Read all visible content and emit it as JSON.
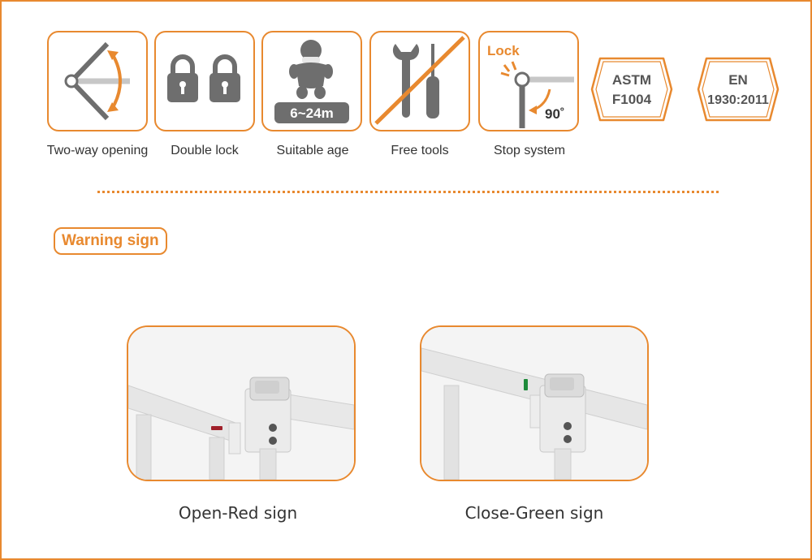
{
  "features": [
    {
      "label": "Two-way opening",
      "icon": "two-way-opening-icon"
    },
    {
      "label": "Double lock",
      "icon": "double-padlock-icon"
    },
    {
      "label": "Suitable age",
      "icon": "baby-icon",
      "badge": "6~24m"
    },
    {
      "label": "Free tools",
      "icon": "no-tools-icon"
    },
    {
      "label": "Stop system",
      "icon": "stop-lock-icon",
      "lock_text": "Lock",
      "angle_text": "90˚"
    }
  ],
  "certifications": [
    {
      "line1": "ASTM",
      "line2": "F1004"
    },
    {
      "line1": "EN",
      "line2": "1930:2011"
    }
  ],
  "warning": {
    "title": "Warning sign"
  },
  "photos": [
    {
      "caption": "Open-Red sign",
      "indicator_color": "#a0202a"
    },
    {
      "caption": "Close-Green sign",
      "indicator_color": "#1d8a3a"
    }
  ],
  "colors": {
    "accent": "#e8892f",
    "icon_gray": "#6e6e6e"
  }
}
